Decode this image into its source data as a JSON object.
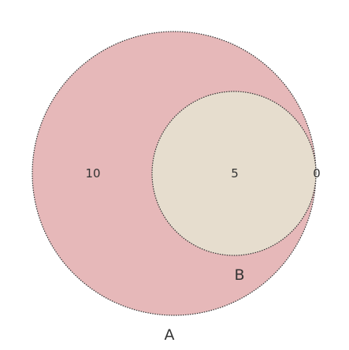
{
  "diagram": {
    "type": "venn",
    "sets": [
      {
        "id": "A",
        "label": "A",
        "color": "#e6b8b9"
      },
      {
        "id": "B",
        "label": "B",
        "color": "#e6ddce"
      }
    ],
    "regions": {
      "a_only": "10",
      "a_and_b": "5",
      "b_only": "0"
    },
    "outline_color": "#333333"
  }
}
